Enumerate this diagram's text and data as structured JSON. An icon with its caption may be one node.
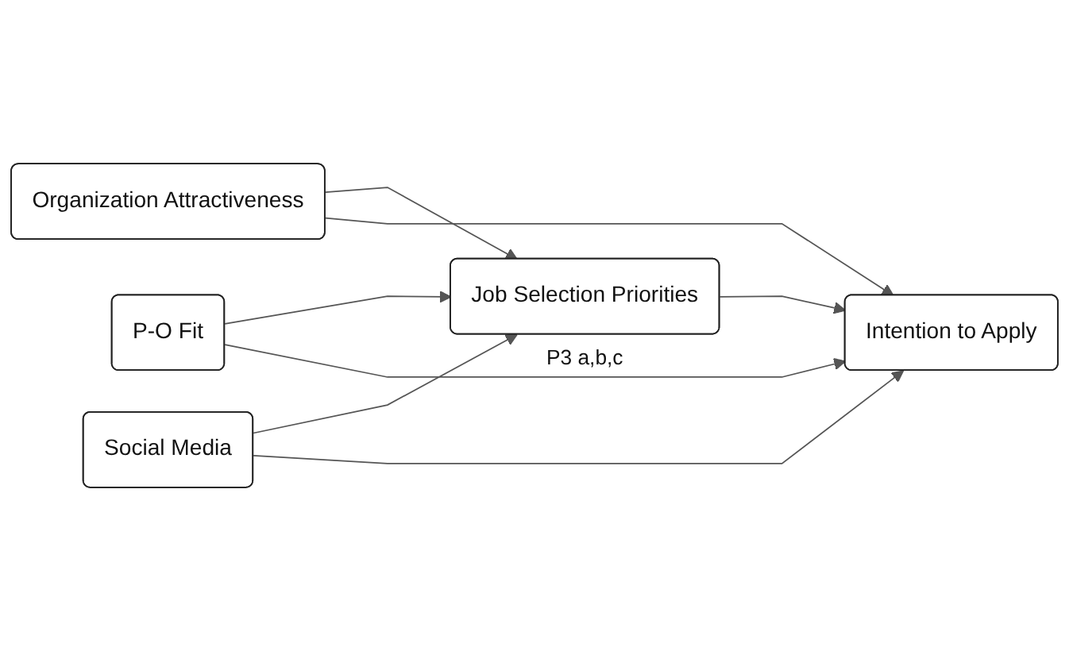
{
  "diagram": {
    "nodes": [
      {
        "text": [
          "Organization Attractiveness"
        ]
      },
      {
        "text": [
          "P-O Fit"
        ]
      },
      {
        "text": [
          "Social Media"
        ]
      },
      {
        "text": [
          "Job Selection Priorities"
        ],
        "beside": [
          "P3 a,b,c"
        ]
      },
      {
        "text": [
          "Intention to Apply"
        ]
      }
    ],
    "edges": [
      {
        "from": 0,
        "to": 3,
        "arrow": "to"
      },
      {
        "from": 0,
        "to": 4,
        "arrow": "to"
      },
      {
        "from": 1,
        "to": 3,
        "arrow": "to"
      },
      {
        "from": 1,
        "to": 4,
        "arrow": "to"
      },
      {
        "from": 2,
        "to": 3,
        "arrow": "to"
      },
      {
        "from": 2,
        "to": 4,
        "arrow": "to"
      },
      {
        "from": 3,
        "to": 4,
        "arrow": "to"
      }
    ]
  }
}
